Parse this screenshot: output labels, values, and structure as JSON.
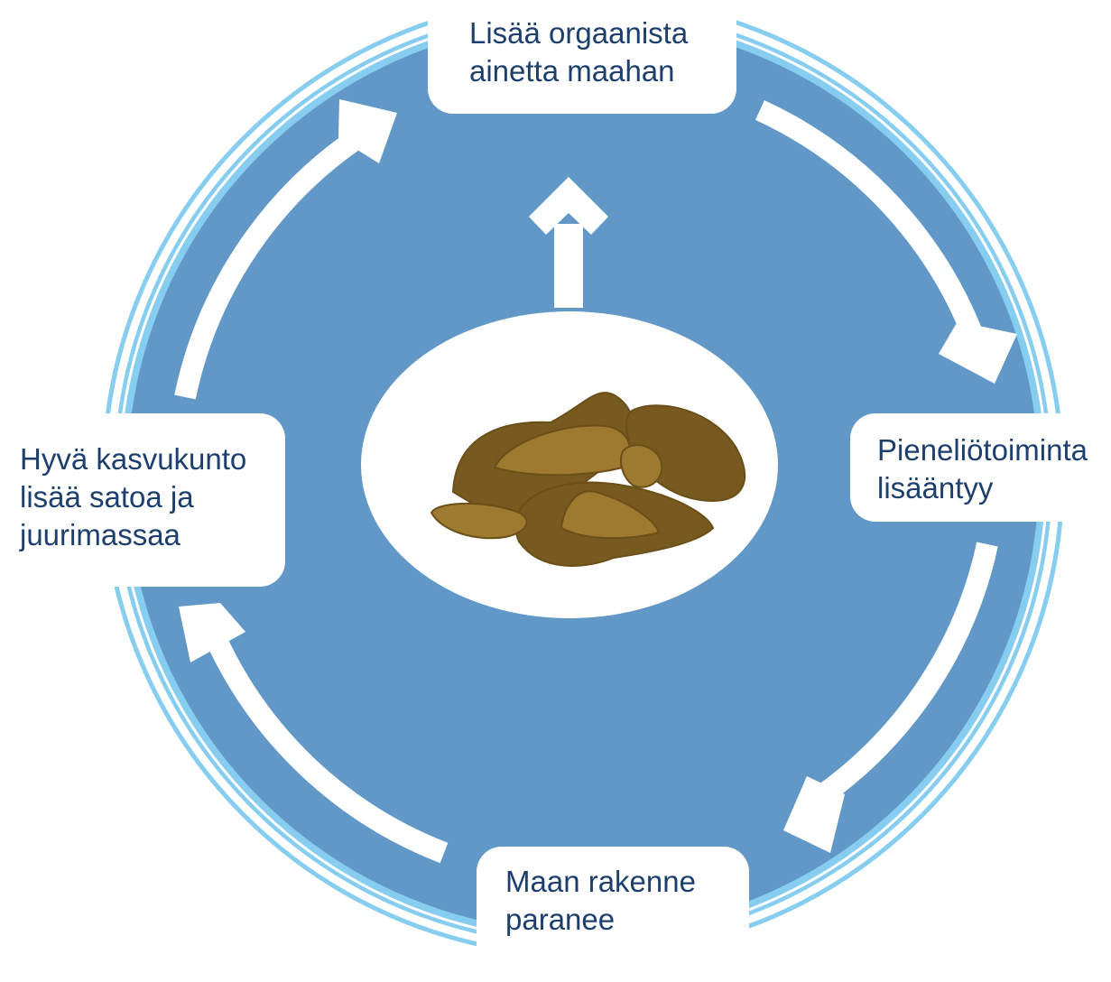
{
  "diagram": {
    "nodes": {
      "top": {
        "lines": [
          "Lisää orgaanista",
          "ainetta maahan"
        ]
      },
      "right": {
        "lines": [
          "Pieneliötoiminta",
          "lisääntyy"
        ]
      },
      "bottom": {
        "lines": [
          "Maan rakenne",
          "paranee"
        ]
      },
      "left": {
        "lines": [
          "Hyvä kasvukunto",
          "lisää satoa ja",
          "juurimassaa"
        ]
      }
    },
    "center_icon": "soil-clods-icon",
    "flow": "clockwise",
    "colors": {
      "circle_fill": "#6198c7",
      "outer_ring": "#86cdf0",
      "arrows": "#ffffff",
      "text": "#1c3f6e",
      "soil_dark": "#765a1f",
      "soil_light": "#9e7a30"
    }
  }
}
